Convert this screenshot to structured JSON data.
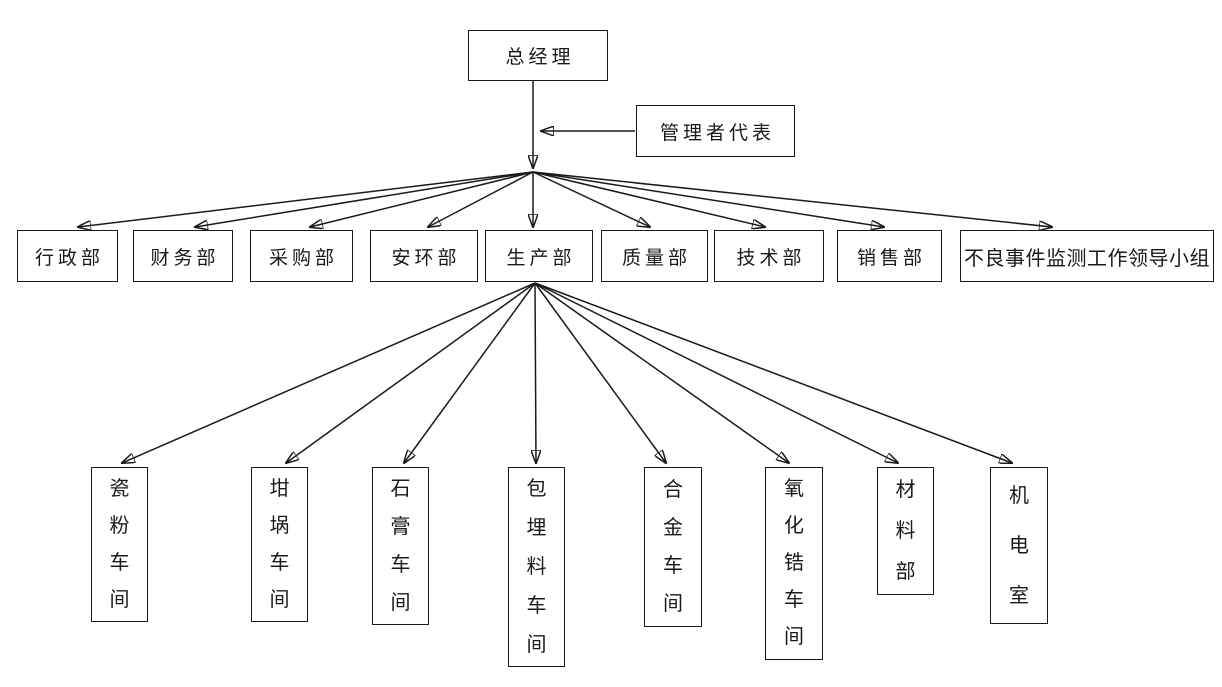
{
  "colors": {
    "background": "#ffffff",
    "line": "#1a1a1a",
    "box_border": "#1a1a1a",
    "text": "#1a1a1a"
  },
  "org_chart": {
    "type": "organization-chart",
    "top": {
      "label": "总经理"
    },
    "staff": {
      "label": "管理者代表"
    },
    "departments": [
      {
        "label": "行政部"
      },
      {
        "label": "财务部"
      },
      {
        "label": "采购部"
      },
      {
        "label": "安环部"
      },
      {
        "label": "生产部"
      },
      {
        "label": "质量部"
      },
      {
        "label": "技术部"
      },
      {
        "label": "销售部"
      },
      {
        "label": "不良事件监测工作领导小组"
      }
    ],
    "production_workshops": [
      {
        "label": "瓷粉车间"
      },
      {
        "label": "坩埚车间"
      },
      {
        "label": "石膏车间"
      },
      {
        "label": "包埋料车间"
      },
      {
        "label": "合金车间"
      },
      {
        "label": "氧化锆车间"
      },
      {
        "label": "材料部"
      },
      {
        "label": "机电室"
      }
    ]
  }
}
